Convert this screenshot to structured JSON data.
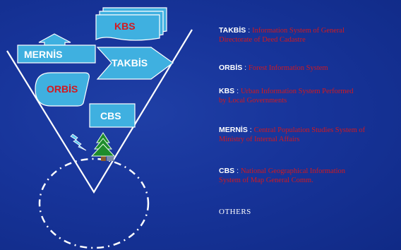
{
  "diagram": {
    "nodes": {
      "kbs": "KBS",
      "mernis": "MERNİS",
      "takbis": "TAKBİS",
      "orbis": "ORBİS",
      "cbs": "CBS"
    },
    "colors": {
      "box_fill": "#3fb0e0",
      "box_text": "#ffffff",
      "kbs_text": "#d4181f",
      "orbis_text": "#d4181f",
      "funnel": "#ffffff",
      "tree": "#1e8c2c"
    }
  },
  "legend": {
    "entries": [
      {
        "abbr": "TAKBİS",
        "sep": " : ",
        "desc_1": "Information System of General",
        "desc_2": "Directorate of Deed Cadastre"
      },
      {
        "abbr": "ORBİS",
        "sep": " : ",
        "desc_1": "Forest Information System",
        "desc_2": ""
      },
      {
        "abbr": "KBS",
        "sep": " : ",
        "desc_1": "Urban Information System Performed",
        "desc_2": "by Local Governments"
      },
      {
        "abbr": "MERNİS",
        "sep": " : ",
        "desc_1": "Central Population Studies System of",
        "desc_2": "Ministry of Internal Affairs"
      },
      {
        "abbr": "CBS",
        "sep": " : ",
        "desc_1": "National Geographical Information",
        "desc_2": "System of Map General Comm."
      }
    ],
    "others": "OTHERS"
  }
}
